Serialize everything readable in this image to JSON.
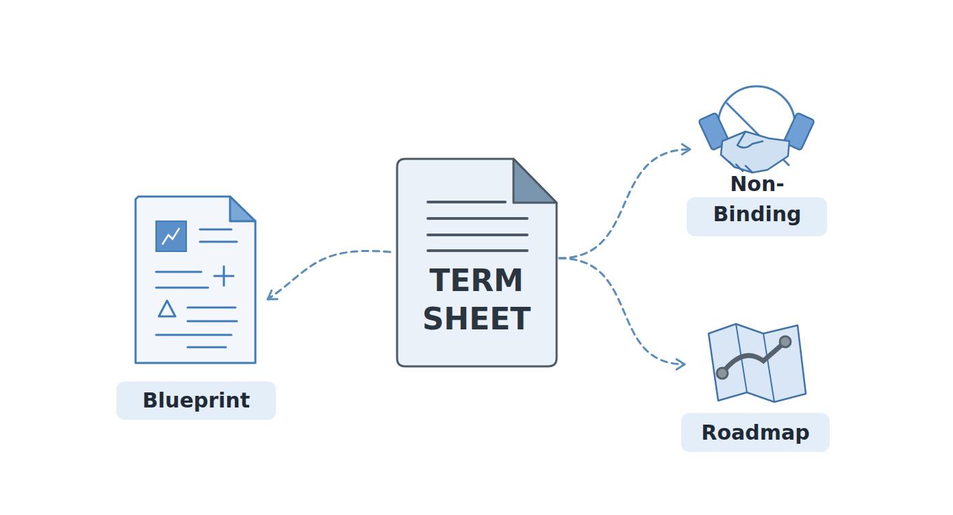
{
  "diagram": {
    "nodes": [
      {
        "text": [
          "TERM SHEET"
        ]
      },
      {
        "text": [
          "Blueprint"
        ]
      },
      {
        "text": [
          "Non-Binding"
        ]
      },
      {
        "text": [
          "Roadmap"
        ]
      }
    ],
    "edges": [
      {
        "from": 0,
        "to": 1,
        "arrow": "to"
      },
      {
        "from": 0,
        "to": 2,
        "arrow": "to"
      },
      {
        "from": 0,
        "to": 3,
        "arrow": "to"
      }
    ]
  }
}
